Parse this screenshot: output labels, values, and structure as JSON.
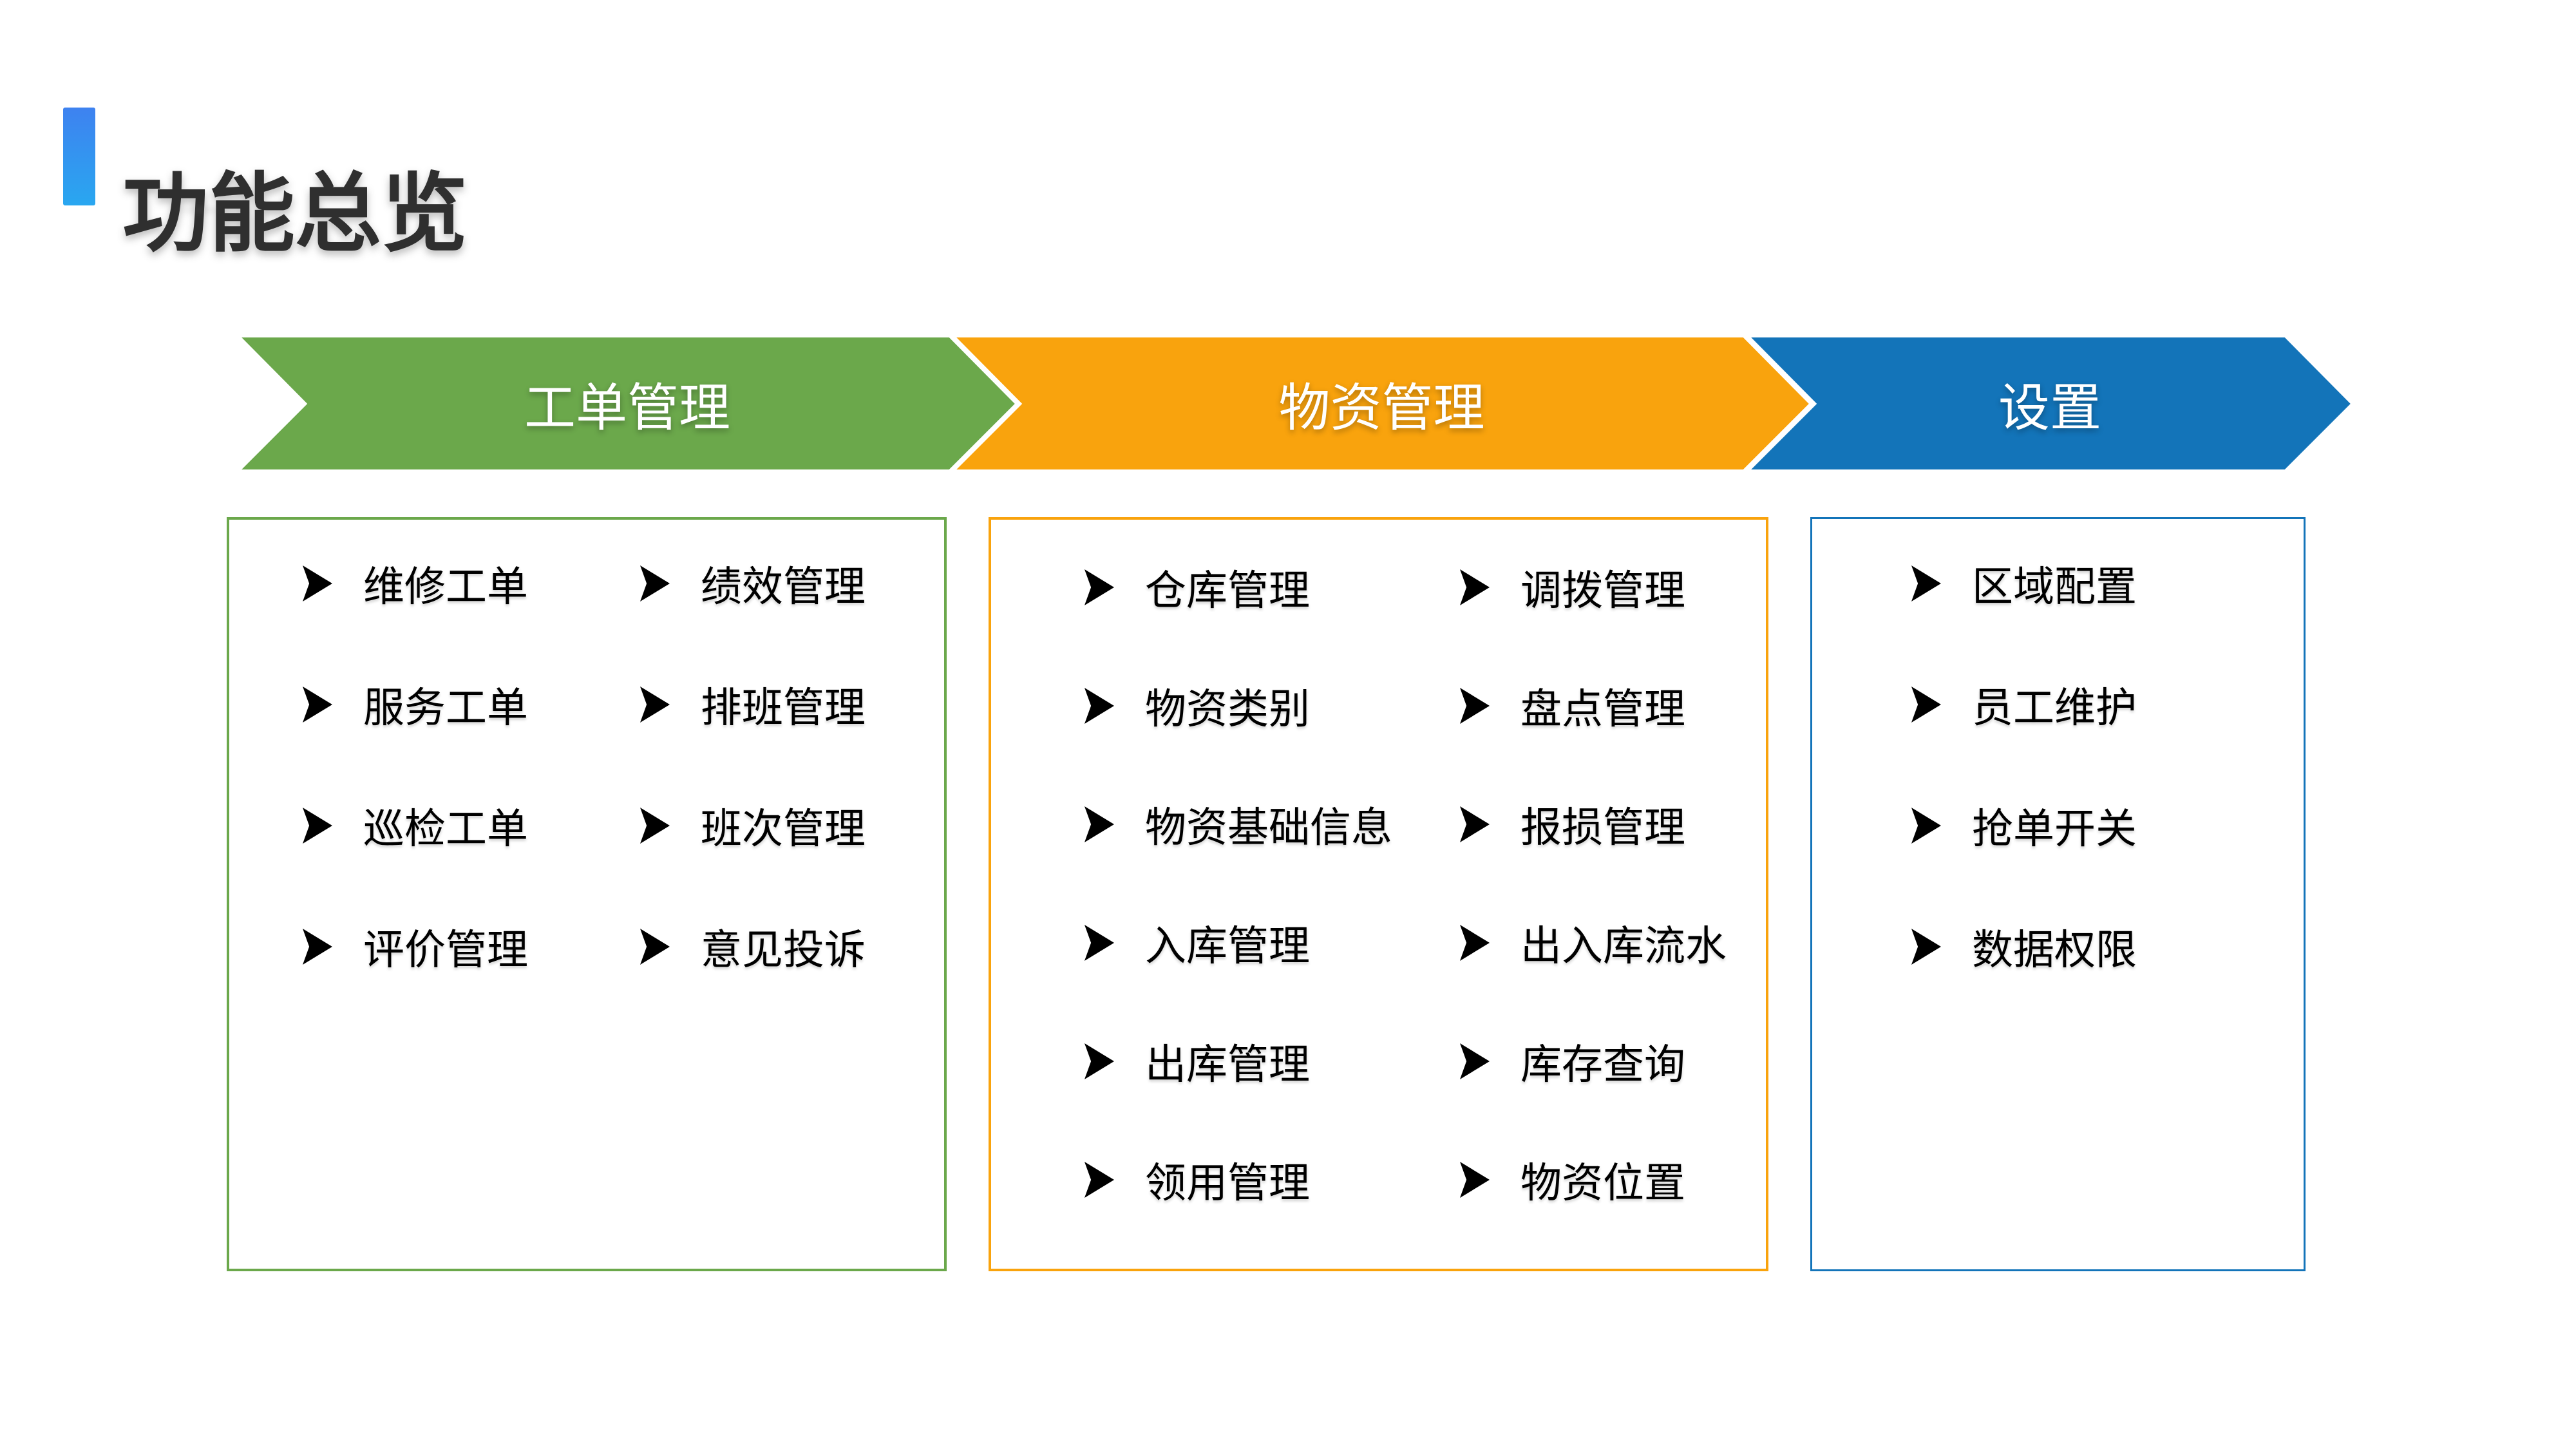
{
  "slide": {
    "title": "功能总览"
  },
  "colors": {
    "title_bar_top": "#3E82F0",
    "title_bar_bottom": "#29A7F0",
    "title_text": "#2F2F2F",
    "item_text": "#000000",
    "bullet": "#000000",
    "arrow_label_text": "#FFFFFF"
  },
  "sections": [
    {
      "label": "工单管理",
      "color": "#6BA84B",
      "columns": [
        [
          "维修工单",
          "服务工单",
          "巡检工单",
          "评价管理"
        ],
        [
          "绩效管理",
          "排班管理",
          "班次管理",
          "意见投诉"
        ]
      ]
    },
    {
      "label": "物资管理",
      "color": "#F9A30D",
      "columns": [
        [
          "仓库管理",
          "物资类别",
          "物资基础信息",
          "入库管理",
          "出库管理",
          "领用管理"
        ],
        [
          "调拨管理",
          "盘点管理",
          "报损管理",
          "出入库流水",
          "库存查询",
          "物资位置"
        ]
      ]
    },
    {
      "label": "设置",
      "color": "#1374B9",
      "columns": [
        [
          "区域配置",
          "员工维护",
          "抢单开关",
          "数据权限"
        ]
      ]
    }
  ]
}
